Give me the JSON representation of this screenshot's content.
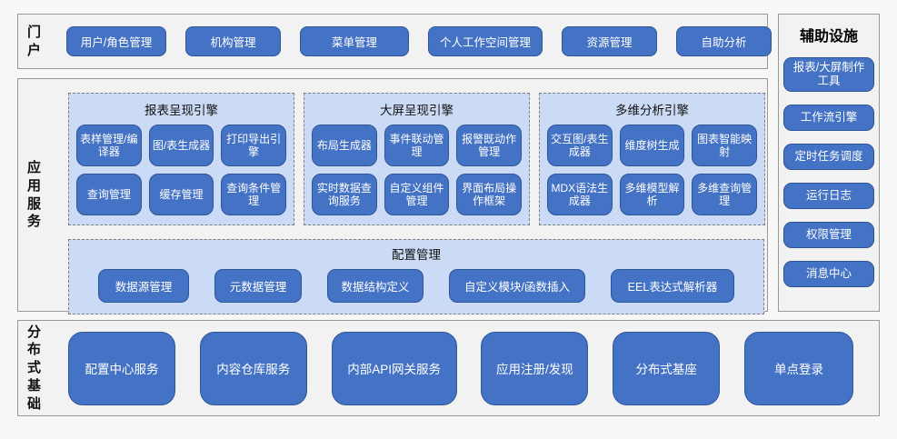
{
  "colors": {
    "page_bg": "#f7f7f7",
    "panel_bg": "#f2f2f2",
    "panel_border": "#9a9a9a",
    "module_blue": "#4472c4",
    "module_border": "#2e5697",
    "module_text": "#ffffff",
    "group_bg": "#ccdbf5",
    "group_dashed_border": "#7f7f7f",
    "label_text": "#111111"
  },
  "portal": {
    "label": "门户",
    "items": [
      "用户/角色管理",
      "机构管理",
      "菜单管理",
      "个人工作空间管理",
      "资源管理",
      "自助分析"
    ]
  },
  "app_services": {
    "label": "应用服务",
    "engines": [
      {
        "title": "报表呈现引擎",
        "items": [
          "表样管理/编译器",
          "图/表生成器",
          "打印导出引擎",
          "查询管理",
          "缓存管理",
          "查询条件管理"
        ]
      },
      {
        "title": "大屏呈现引擎",
        "items": [
          "布局生成器",
          "事件联动管理",
          "报警既动作管理",
          "实时数据查询服务",
          "自定义组件管理",
          "界面布局操作框架"
        ]
      },
      {
        "title": "多维分析引擎",
        "items": [
          "交互图/表生成器",
          "维度树生成",
          "图表智能映射",
          "MDX语法生成器",
          "多维模型解析",
          "多维查询管理"
        ]
      }
    ],
    "config": {
      "title": "配置管理",
      "items": [
        "数据源管理",
        "元数据管理",
        "数据结构定义",
        "自定义模块/函数插入",
        "EEL表达式解析器"
      ]
    }
  },
  "auxiliary": {
    "title": "辅助设施",
    "items": [
      "报表/大屏制作工具",
      "工作流引擎",
      "定时任务调度",
      "运行日志",
      "权限管理",
      "消息中心"
    ]
  },
  "distributed": {
    "label": "分布式基础",
    "items": [
      "配置中心服务",
      "内容仓库服务",
      "内部API网关服务",
      "应用注册/发现",
      "分布式基座",
      "单点登录"
    ]
  }
}
